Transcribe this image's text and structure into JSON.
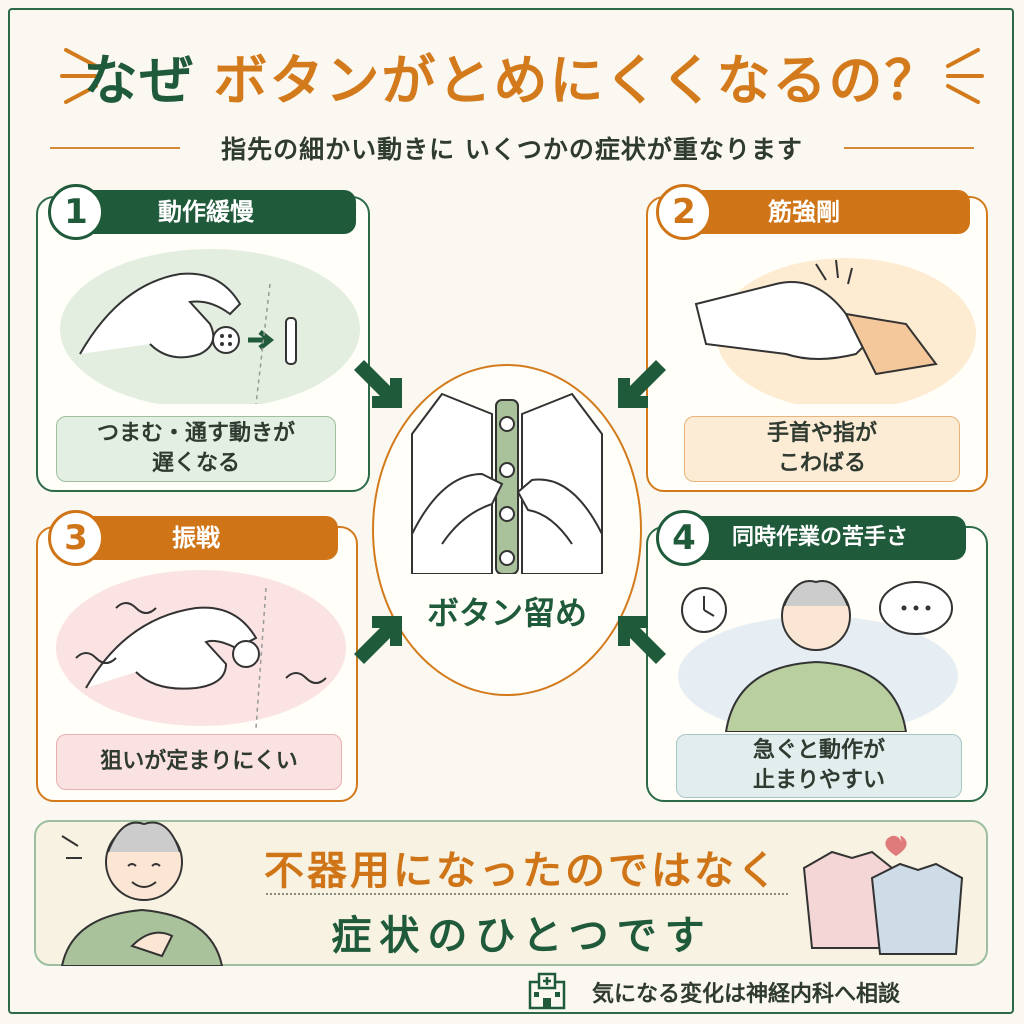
{
  "header": {
    "title_part1": "なぜ",
    "title_part2": "ボタンがとめにくくなるの？",
    "subtitle": "指先の細かい動きに いくつかの症状が重なります"
  },
  "center": {
    "label": "ボタン留め"
  },
  "cards": [
    {
      "number": "1",
      "title": "動作緩慢",
      "caption_line1": "つまむ・通す動きが",
      "caption_line2": "遅くなる"
    },
    {
      "number": "2",
      "title": "筋強剛",
      "caption_line1": "手首や指が",
      "caption_line2": "こわばる"
    },
    {
      "number": "3",
      "title": "振戦",
      "caption_line1": "狙いが定まりにくい",
      "caption_line2": ""
    },
    {
      "number": "4",
      "title": "同時作業の苦手さ",
      "caption_line1": "急ぐと動作が",
      "caption_line2": "止まりやすい"
    }
  ],
  "bottom": {
    "message_line1": "不器用になったのではなく",
    "message_line2": "症状のひとつです"
  },
  "footer": {
    "text": "気になる変化は神経内科へ相談"
  },
  "colors": {
    "green": "#1f5a3a",
    "orange": "#cf7417",
    "background": "#faf8f1"
  },
  "icons": [
    "clock-icon",
    "speech-bubble-icon",
    "hospital-icon",
    "heart-icon",
    "arrow-icon"
  ]
}
